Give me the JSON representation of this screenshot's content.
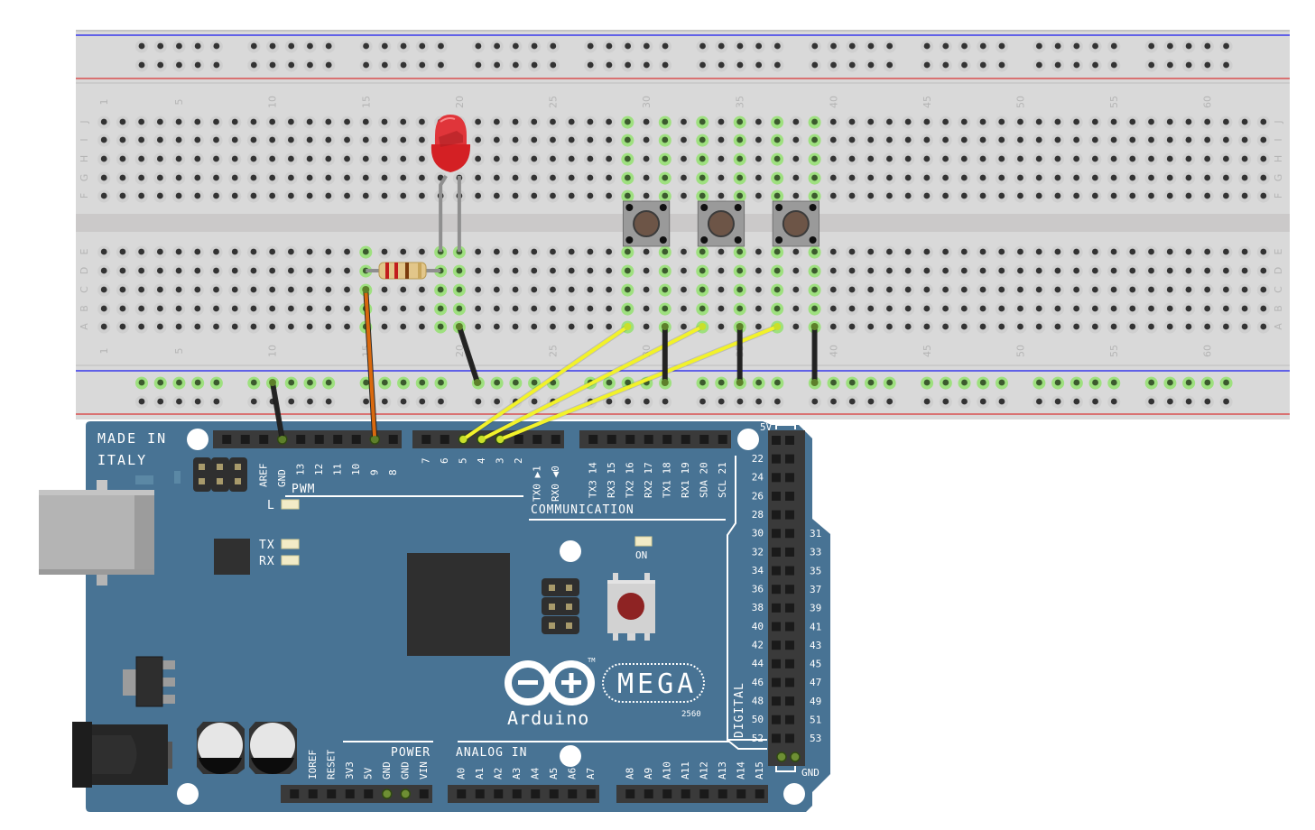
{
  "title": "Fritzing breadboard view: Arduino Mega 2560 with LED, resistor and three pushbuttons",
  "colors": {
    "breadboard": "#d9d9d9",
    "breadboard_channel": "#cbc9c9",
    "hole": "#333333",
    "hole_ring": "#c6c6c6",
    "hole_connected": "#9be07a",
    "rail_blue": "#1a1af0",
    "rail_red": "#d93535",
    "pcb": "#487394",
    "header": "#3a3a3a",
    "wire_black": "#222222",
    "wire_orange": "#d9690e",
    "wire_yellow": "#f2f22a",
    "led_red": "#e0353a",
    "button_body": "#9a9a9a",
    "button_cap": "#6d5547"
  },
  "breadboard": {
    "columns": 63,
    "column_labels": [
      "1",
      "5",
      "10",
      "15",
      "20",
      "25",
      "30",
      "35",
      "40",
      "45",
      "50",
      "55",
      "60"
    ],
    "rows_top": [
      "J",
      "I",
      "H",
      "G",
      "F"
    ],
    "rows_bottom": [
      "E",
      "D",
      "C",
      "B",
      "A"
    ],
    "rail_groups": 10,
    "holes_per_group": 5
  },
  "components": {
    "led": {
      "name": "Red LED",
      "color": "red",
      "legs_at": [
        "E19",
        "E20"
      ]
    },
    "resistor": {
      "name": "Resistor",
      "bands": [
        "#c21d1d",
        "#c21d1d",
        "#7a3b0c",
        "#c8a65c"
      ],
      "from": "D15",
      "to": "D19"
    },
    "buttons": [
      {
        "name": "Button 1",
        "columns": [
          29,
          31
        ]
      },
      {
        "name": "Button 2",
        "columns": [
          33,
          35
        ]
      },
      {
        "name": "Button 3",
        "columns": [
          37,
          39
        ]
      }
    ]
  },
  "wires": [
    {
      "name": "gnd-to-rail",
      "color": "black",
      "from": "Arduino GND",
      "to": "Bottom rail col 10"
    },
    {
      "name": "pin9-to-resistor",
      "color": "orange",
      "from": "Arduino pin 9",
      "to": "C15"
    },
    {
      "name": "led-cathode-to-rail",
      "color": "black",
      "from": "A20",
      "to": "Bottom rail col 21"
    },
    {
      "name": "pin5-to-button1",
      "color": "yellow",
      "from": "Arduino pin 5",
      "to": "A29"
    },
    {
      "name": "pin4-to-button2",
      "color": "yellow",
      "from": "Arduino pin 4",
      "to": "A33"
    },
    {
      "name": "pin3-to-button3",
      "color": "yellow",
      "from": "Arduino pin 3",
      "to": "A37"
    },
    {
      "name": "button1-to-rail",
      "color": "black",
      "from": "A31",
      "to": "Bottom rail col 31"
    },
    {
      "name": "button2-to-rail",
      "color": "black",
      "from": "A35",
      "to": "Bottom rail col 35"
    },
    {
      "name": "button3-to-rail",
      "color": "black",
      "from": "A39",
      "to": "Bottom rail col 39"
    }
  ],
  "arduino": {
    "made_in": "MADE IN",
    "italy": "ITALY",
    "pwm": "PWM",
    "communication": "COMMUNICATION",
    "power": "POWER",
    "analog_in": "ANALOG IN",
    "digital": "DIGITAL",
    "brand": "Arduino",
    "model": "MEGA",
    "model_number": "2560",
    "tm": "TM",
    "led_l": "L",
    "led_tx": "TX",
    "led_rx": "RX",
    "led_on": "ON",
    "label_5v": "5V",
    "label_gnd": "GND",
    "pwm_pins": [
      "AREF",
      "GND",
      "13",
      "12",
      "11",
      "10",
      "9",
      "8"
    ],
    "digital_pins_low": [
      "7",
      "6",
      "5",
      "4",
      "3",
      "2",
      "TX0 ▶1",
      "RX0 ◀0"
    ],
    "comm_pins": [
      "TX3 14",
      "RX3 15",
      "TX2 16",
      "RX2 17",
      "TX1 18",
      "RX1 19",
      "SDA 20",
      "SCL 21"
    ],
    "digital_left": [
      "22",
      "24",
      "26",
      "28",
      "30",
      "32",
      "34",
      "36",
      "38",
      "40",
      "42",
      "44",
      "46",
      "48",
      "50",
      "52"
    ],
    "digital_right": [
      "31",
      "33",
      "35",
      "37",
      "39",
      "41",
      "43",
      "45",
      "47",
      "49",
      "51",
      "53"
    ],
    "power_pins": [
      "IOREF",
      "RESET",
      "3V3",
      "5V",
      "GND",
      "GND",
      "VIN"
    ],
    "analog_pins_a": [
      "A0",
      "A1",
      "A2",
      "A3",
      "A4",
      "A5",
      "A6",
      "A7"
    ],
    "analog_pins_b": [
      "A8",
      "A9",
      "A10",
      "A11",
      "A12",
      "A13",
      "A14",
      "A15"
    ]
  }
}
